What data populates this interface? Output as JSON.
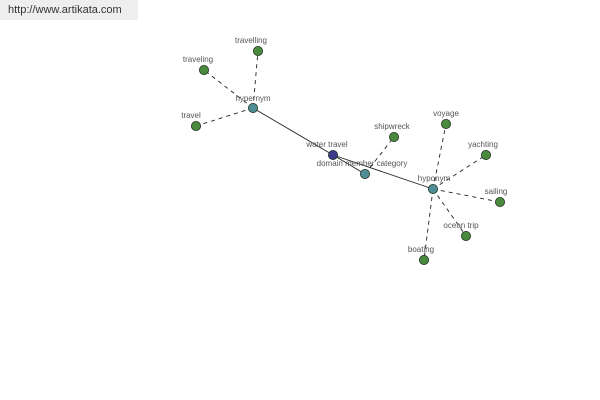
{
  "banner": {
    "text": "http://www.artikata.com"
  },
  "colors": {
    "center": "#3a3a8a",
    "relation": "#4f8e96",
    "leaf": "#4a8a3c",
    "edge": "#222222",
    "label": "#555555"
  },
  "graph": {
    "nodes": [
      {
        "id": "water-travel",
        "label": "water travel",
        "kind": "center"
      },
      {
        "id": "hypernym",
        "label": "hypernym",
        "kind": "relation"
      },
      {
        "id": "domain-member-category",
        "label": "domain member category",
        "kind": "relation"
      },
      {
        "id": "hyponym",
        "label": "hyponym",
        "kind": "relation"
      },
      {
        "id": "travelling",
        "label": "travelling",
        "kind": "leaf"
      },
      {
        "id": "traveling",
        "label": "traveling",
        "kind": "leaf"
      },
      {
        "id": "travel",
        "label": "travel",
        "kind": "leaf"
      },
      {
        "id": "shipwreck",
        "label": "shipwreck",
        "kind": "leaf"
      },
      {
        "id": "voyage",
        "label": "voyage",
        "kind": "leaf"
      },
      {
        "id": "yachting",
        "label": "yachting",
        "kind": "leaf"
      },
      {
        "id": "sailing",
        "label": "sailing",
        "kind": "leaf"
      },
      {
        "id": "ocean-trip",
        "label": "ocean trip",
        "kind": "leaf"
      },
      {
        "id": "boating",
        "label": "boating",
        "kind": "leaf"
      }
    ],
    "edges": [
      {
        "from": "water-travel",
        "to": "hypernym",
        "style": "solid"
      },
      {
        "from": "water-travel",
        "to": "domain-member-category",
        "style": "solid"
      },
      {
        "from": "water-travel",
        "to": "hyponym",
        "style": "solid"
      },
      {
        "from": "hypernym",
        "to": "travelling",
        "style": "dashed"
      },
      {
        "from": "hypernym",
        "to": "traveling",
        "style": "dashed"
      },
      {
        "from": "hypernym",
        "to": "travel",
        "style": "dashed"
      },
      {
        "from": "domain-member-category",
        "to": "shipwreck",
        "style": "dashed"
      },
      {
        "from": "hyponym",
        "to": "voyage",
        "style": "dashed"
      },
      {
        "from": "hyponym",
        "to": "yachting",
        "style": "dashed"
      },
      {
        "from": "hyponym",
        "to": "sailing",
        "style": "dashed"
      },
      {
        "from": "hyponym",
        "to": "ocean-trip",
        "style": "dashed"
      },
      {
        "from": "hyponym",
        "to": "boating",
        "style": "dashed"
      }
    ]
  }
}
